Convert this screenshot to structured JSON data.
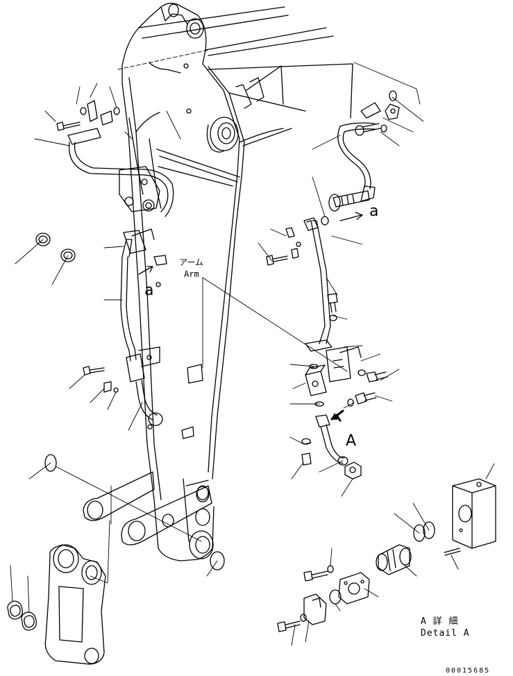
{
  "labels": {
    "arm_jp": "アーム",
    "arm_en": "Arm",
    "view_letter_1": "a",
    "view_letter_2": "a",
    "detail_letter": "A",
    "detail_jp": "A 詳 細",
    "detail_en": "Detail A",
    "drawing_code": "00015685"
  }
}
